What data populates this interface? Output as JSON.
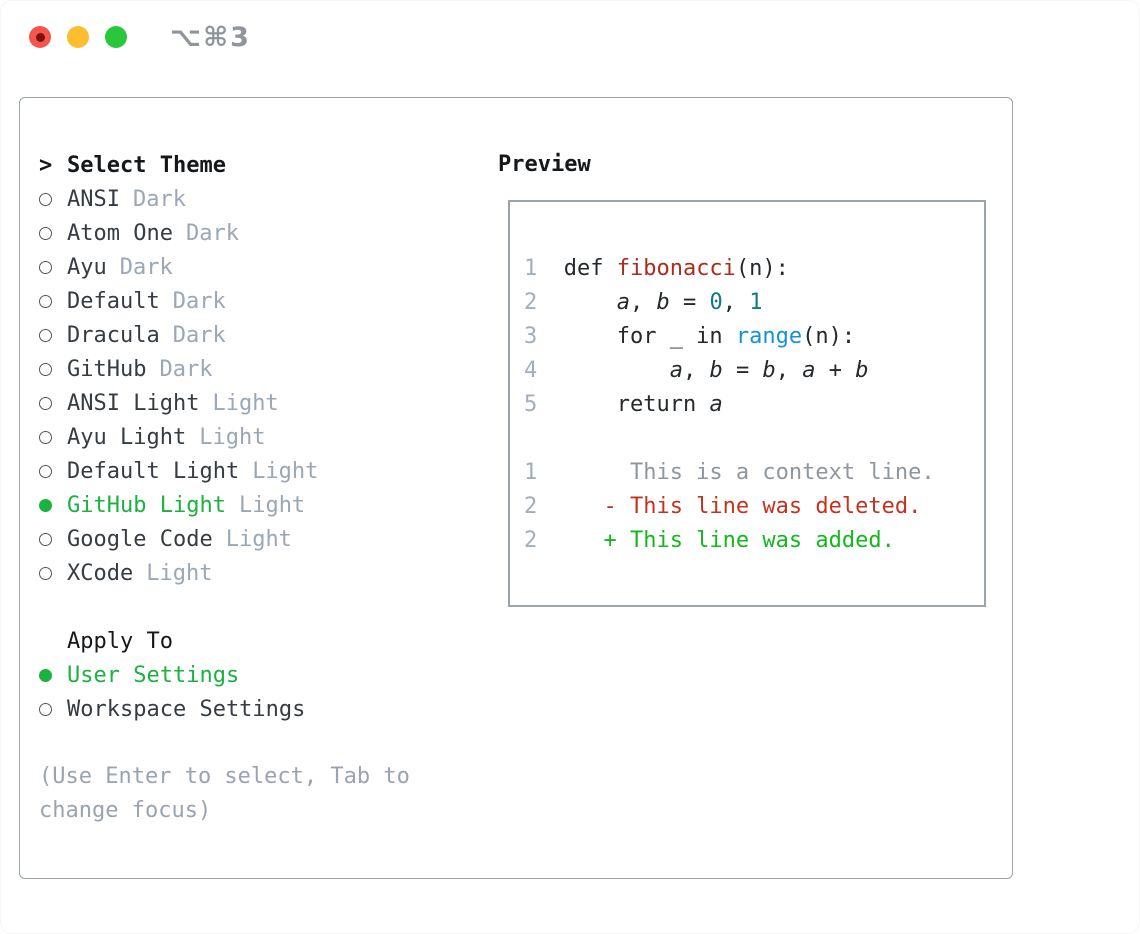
{
  "titlebar": {
    "title": "⌥⌘3",
    "traffic_lights": [
      "close",
      "minimize",
      "zoom"
    ]
  },
  "colors": {
    "selected_green": "#1cb240",
    "added_green": "#13b81f",
    "deleted_red": "#c5331e",
    "function_red": "#ad2c20",
    "number_teal": "#0f7d80",
    "call_blue": "#1492d7",
    "muted_gray": "#9aa7b6",
    "panel_border": "#9aa3ae"
  },
  "theme_panel": {
    "header_prefix": ">",
    "header": "Select Theme",
    "themes": [
      {
        "name": "ANSI",
        "variant": "Dark",
        "selected": false
      },
      {
        "name": "Atom One",
        "variant": "Dark",
        "selected": false
      },
      {
        "name": "Ayu",
        "variant": "Dark",
        "selected": false
      },
      {
        "name": "Default",
        "variant": "Dark",
        "selected": false
      },
      {
        "name": "Dracula",
        "variant": "Dark",
        "selected": false
      },
      {
        "name": "GitHub",
        "variant": "Dark",
        "selected": false
      },
      {
        "name": "ANSI Light",
        "variant": "Light",
        "selected": false
      },
      {
        "name": "Ayu Light",
        "variant": "Light",
        "selected": false
      },
      {
        "name": "Default Light",
        "variant": "Light",
        "selected": false
      },
      {
        "name": "GitHub Light",
        "variant": "Light",
        "selected": true
      },
      {
        "name": "Google Code",
        "variant": "Light",
        "selected": false
      },
      {
        "name": "XCode",
        "variant": "Light",
        "selected": false
      }
    ],
    "apply_to": {
      "header": "Apply To",
      "options": [
        {
          "label": "User Settings",
          "selected": true
        },
        {
          "label": "Workspace Settings",
          "selected": false
        }
      ]
    },
    "hint": "(Use Enter to select, Tab to change focus)"
  },
  "preview": {
    "header": "Preview",
    "code_lines": [
      {
        "num": "1",
        "tokens": [
          {
            "t": "def ",
            "c": "plain"
          },
          {
            "t": "fibonacci",
            "c": "fn"
          },
          {
            "t": "(n):",
            "c": "plain"
          }
        ]
      },
      {
        "num": "2",
        "tokens": [
          {
            "t": "    ",
            "c": "plain"
          },
          {
            "t": "a",
            "c": "var"
          },
          {
            "t": ", ",
            "c": "plain"
          },
          {
            "t": "b",
            "c": "var"
          },
          {
            "t": " = ",
            "c": "plain"
          },
          {
            "t": "0",
            "c": "num"
          },
          {
            "t": ", ",
            "c": "plain"
          },
          {
            "t": "1",
            "c": "num"
          }
        ]
      },
      {
        "num": "3",
        "tokens": [
          {
            "t": "    for _ in ",
            "c": "plain"
          },
          {
            "t": "range",
            "c": "call"
          },
          {
            "t": "(n):",
            "c": "plain"
          }
        ]
      },
      {
        "num": "4",
        "tokens": [
          {
            "t": "        ",
            "c": "plain"
          },
          {
            "t": "a",
            "c": "var"
          },
          {
            "t": ", ",
            "c": "plain"
          },
          {
            "t": "b",
            "c": "var"
          },
          {
            "t": " = ",
            "c": "plain"
          },
          {
            "t": "b",
            "c": "var"
          },
          {
            "t": ", ",
            "c": "plain"
          },
          {
            "t": "a",
            "c": "var"
          },
          {
            "t": " + ",
            "c": "plain"
          },
          {
            "t": "b",
            "c": "var"
          }
        ]
      },
      {
        "num": "5",
        "tokens": [
          {
            "t": "    return ",
            "c": "plain"
          },
          {
            "t": "a",
            "c": "var"
          }
        ]
      }
    ],
    "diff_lines": [
      {
        "num": "1",
        "tokens": [
          {
            "t": "     This is a context line.",
            "c": "ctx"
          }
        ]
      },
      {
        "num": "2",
        "tokens": [
          {
            "t": "   - This line was deleted.",
            "c": "del"
          }
        ]
      },
      {
        "num": "2",
        "tokens": [
          {
            "t": "   + This line was added.",
            "c": "add"
          }
        ]
      }
    ]
  }
}
